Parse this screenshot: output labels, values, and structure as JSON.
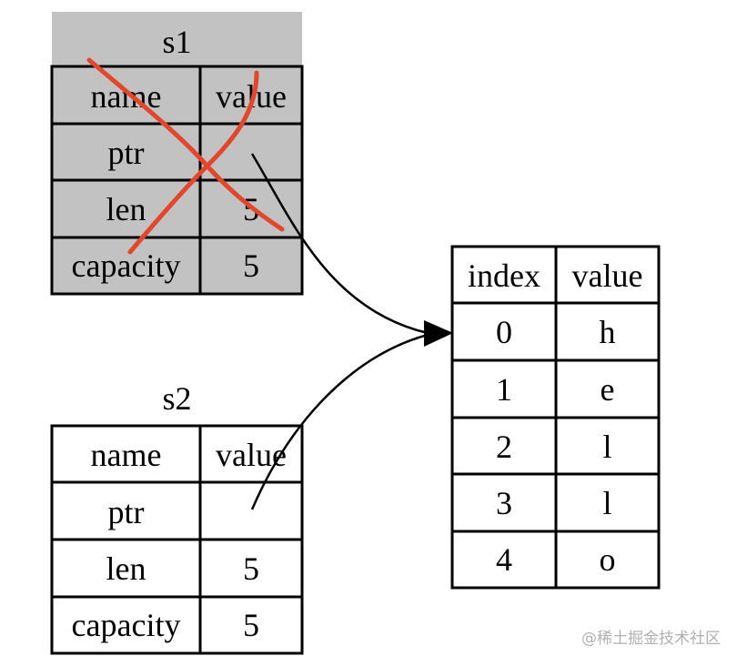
{
  "colors": {
    "moved_fill": "#c2c2c2",
    "cross": "#e2472c",
    "line": "#000000",
    "watermark": "#b0b0b0"
  },
  "s1": {
    "title": "s1",
    "header": [
      "name",
      "value"
    ],
    "rows": [
      [
        "ptr",
        ""
      ],
      [
        "len",
        "5"
      ],
      [
        "capacity",
        "5"
      ]
    ],
    "status": "moved"
  },
  "s2": {
    "title": "s2",
    "header": [
      "name",
      "value"
    ],
    "rows": [
      [
        "ptr",
        ""
      ],
      [
        "len",
        "5"
      ],
      [
        "capacity",
        "5"
      ]
    ]
  },
  "heap": {
    "header": [
      "index",
      "value"
    ],
    "rows": [
      [
        "0",
        "h"
      ],
      [
        "1",
        "e"
      ],
      [
        "2",
        "l"
      ],
      [
        "3",
        "l"
      ],
      [
        "4",
        "o"
      ]
    ]
  },
  "watermark": "@稀土掘金技术社区"
}
